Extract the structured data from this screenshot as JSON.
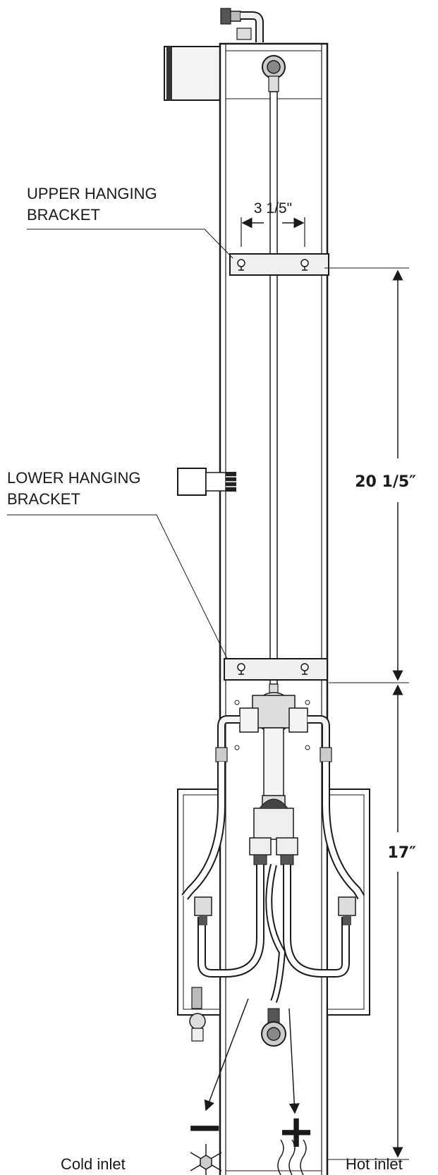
{
  "labels": {
    "upper_bracket_line1": "UPPER HANGING",
    "upper_bracket_line2": "BRACKET",
    "lower_bracket_line1": "LOWER HANGING",
    "lower_bracket_line2": "BRACKET",
    "cold_inlet": "Cold inlet",
    "hot_inlet": "Hot inlet",
    "minus_sign": "−",
    "plus_sign": "+"
  },
  "dimensions": {
    "bracket_spacing": "3 1/5\"",
    "bracket_to_bracket": "20 1/5″",
    "lower_height": "17″"
  },
  "colors": {
    "line": "#1a1a1a",
    "background": "#ffffff"
  }
}
